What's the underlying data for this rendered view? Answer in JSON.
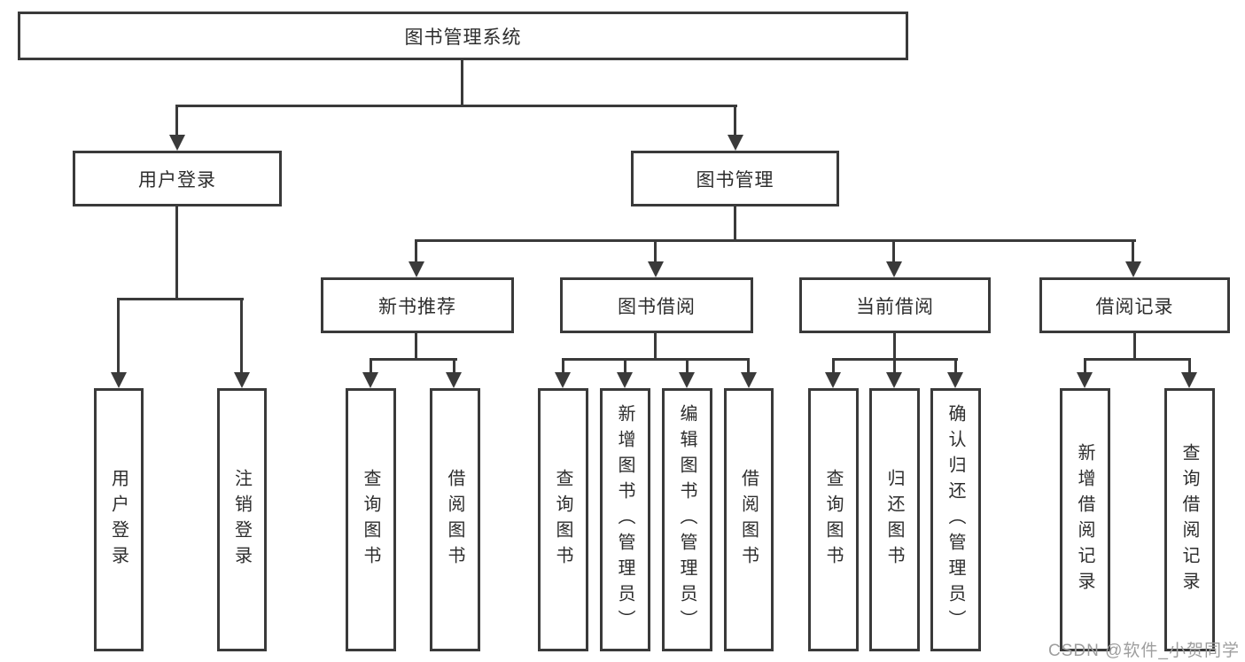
{
  "colors": {
    "line": "#3a3a3a",
    "box_border": "#3a3a3a",
    "text": "#2d2d2d",
    "watermark": "#9e9e9e",
    "background": "#ffffff"
  },
  "watermark": "CSDN @软件_小贺同学",
  "tree": {
    "root": "图书管理系统",
    "branches": [
      {
        "label": "用户登录",
        "children": [
          "用户登录",
          "注销登录"
        ]
      },
      {
        "label": "图书管理",
        "sections": [
          {
            "label": "新书推荐",
            "children": [
              "查询图书",
              "借阅图书"
            ]
          },
          {
            "label": "图书借阅",
            "children": [
              "查询图书",
              "新增图书（管理员）",
              "编辑图书（管理员）",
              "借阅图书"
            ]
          },
          {
            "label": "当前借阅",
            "children": [
              "查询图书",
              "归还图书",
              "确认归还（管理员）"
            ]
          },
          {
            "label": "借阅记录",
            "children": [
              "新增借阅记录",
              "查询借阅记录"
            ]
          }
        ]
      }
    ]
  }
}
